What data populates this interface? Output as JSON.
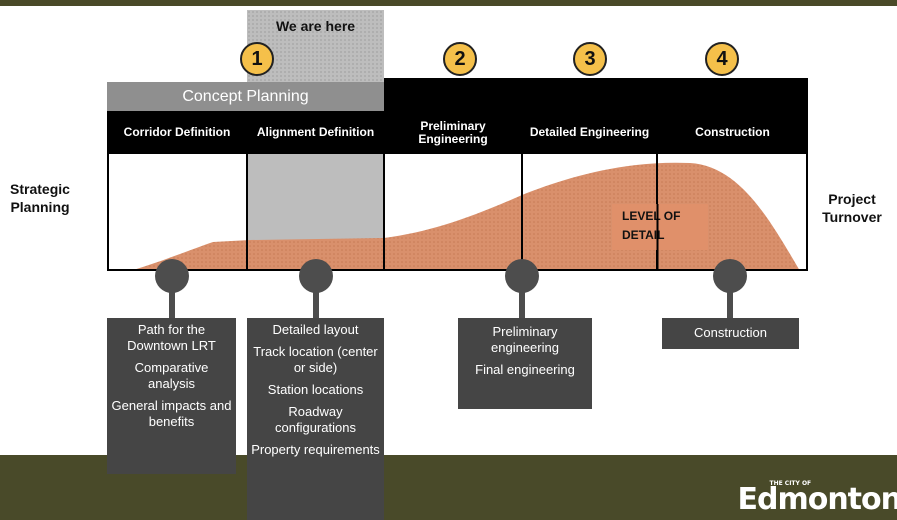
{
  "marker": {
    "label": "We are here"
  },
  "steps": [
    "1",
    "2",
    "3",
    "4"
  ],
  "concept_planning": "Concept Planning",
  "phases": [
    "Corridor Definition",
    "Alignment Definition",
    "Preliminary Engineering",
    "Detailed Engineering",
    "Construction"
  ],
  "left_label": "Strategic Planning",
  "right_label": "Project Turnover",
  "level_of_detail": "LEVEL OF DETAIL",
  "details": {
    "corridor": [
      "Path for the Downtown LRT",
      "Comparative analysis",
      "General impacts and benefits"
    ],
    "alignment": [
      "Detailed layout",
      "Track location (center or side)",
      "Station locations",
      "Roadway configurations",
      "Property requirements"
    ],
    "engineering": [
      "Preliminary engineering",
      "Final engineering"
    ],
    "construction": [
      "Construction"
    ]
  },
  "logo": {
    "small": "THE CITY OF",
    "main": "Edmonton"
  },
  "colors": {
    "curve": "#d9906c",
    "highlight": "#f5c04a",
    "footer": "#494a29"
  }
}
